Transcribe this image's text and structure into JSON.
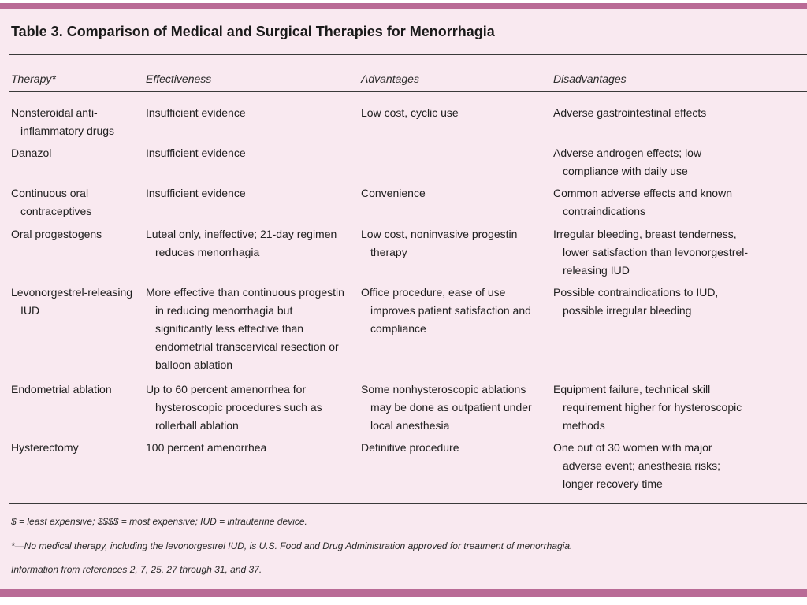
{
  "title": "Table 3. Comparison of Medical and Surgical Therapies for Menorrhagia",
  "headers": [
    "Therapy*",
    "Effectiveness",
    "Advantages",
    "Disadvantages"
  ],
  "rows": [
    [
      "Nonsteroidal anti-inflammatory drugs",
      "Insufficient evidence",
      "Low cost, cyclic use",
      "Adverse gastrointestinal effects"
    ],
    [
      "Danazol",
      "Insufficient evidence",
      "—",
      "Adverse androgen effects; low compliance with daily use"
    ],
    [
      "Continuous oral contraceptives",
      "Insufficient evidence",
      "Convenience",
      "Common adverse effects and known contraindications"
    ],
    [
      "Oral progestogens",
      "Luteal only, ineffective; 21-day regimen reduces menorrhagia",
      "Low cost, noninvasive progestin therapy",
      "Irregular bleeding, breast tenderness, lower satisfaction than levonorgestrel-releasing IUD"
    ],
    [
      "Levonorgestrel-releasing IUD",
      "More effective than continuous progestin in reducing menorrhagia but significantly less effective than endometrial transcervical resection or balloon ablation",
      "Office procedure, ease of use improves patient satisfaction and compliance",
      "Possible contraindications to IUD, possible irregular bleeding"
    ],
    [
      "Endometrial ablation",
      "Up to 60 percent amenorrhea for hysteroscopic procedures such as rollerball ablation",
      "Some nonhysteroscopic ablations may be done as outpatient under local anesthesia",
      "Equipment failure, technical skill requirement higher for hysteroscopic methods"
    ],
    [
      "Hysterectomy",
      "100 percent amenorrhea",
      "Definitive procedure",
      "One out of 30 women with major adverse event; anesthesia risks; longer recovery time"
    ]
  ],
  "footnotes": [
    "$ = least expensive; $$$$ = most expensive; IUD = intrauterine device.",
    "*—No medical therapy, including the levonorgestrel IUD, is U.S. Food and Drug Administration approved for treatment of menorrhagia.",
    "Information from references 2, 7, 25, 27 through 31, and 37."
  ],
  "colors": {
    "band": "#b96b96",
    "panel": "#f9e9f0",
    "text": "#1e1e1e"
  }
}
